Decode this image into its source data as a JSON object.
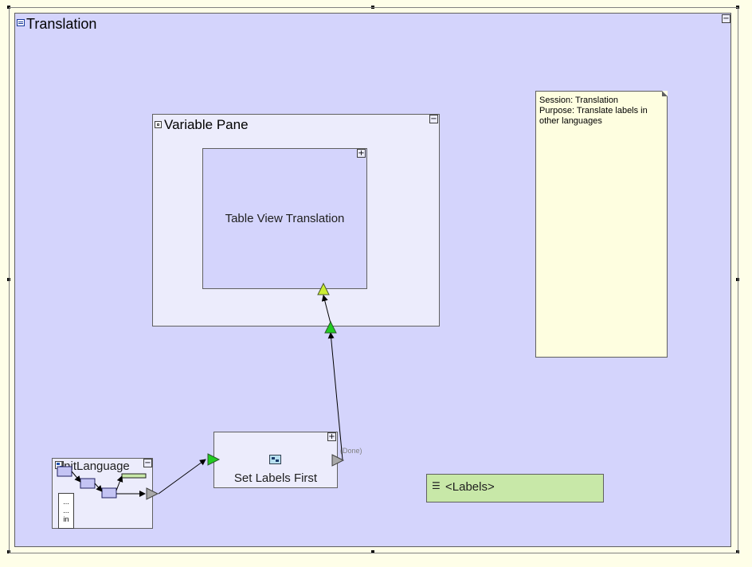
{
  "diagram": {
    "title": "Translation",
    "variable_pane": {
      "title": "Variable Pane",
      "table_view": {
        "label": "Table View Translation"
      }
    },
    "note": {
      "line1": "Session: Translation",
      "line2": "Purpose: Translate labels in",
      "line3": "other languages"
    },
    "init_language": {
      "title": "InitLanguage",
      "doc_lines": [
        "...",
        "...",
        "in"
      ]
    },
    "set_labels": {
      "label": "Set Labels First",
      "done_label": "(Done)"
    },
    "labels_node": {
      "glyph": "☰",
      "label": "<Labels>"
    },
    "collapse_glyph": "−",
    "expand_glyph": "+",
    "colors": {
      "canvas": "#d4d4fc",
      "pane": "#ececfc",
      "note": "#fefee0",
      "labels": "#c8e8a8",
      "port_green": "#22cc22",
      "port_yellow": "#ccee33",
      "port_gray": "#a8a8a8"
    }
  }
}
